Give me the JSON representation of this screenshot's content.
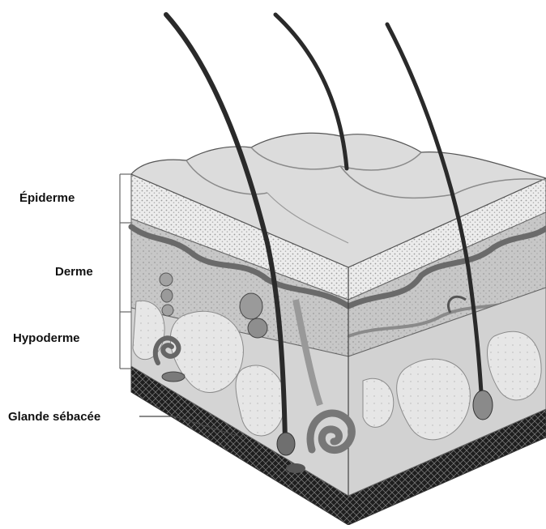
{
  "labels": {
    "epidermis": "Épiderme",
    "dermis": "Derme",
    "hypodermis": "Hypoderme",
    "sebaceous_gland": "Glande sébacée"
  },
  "colors": {
    "epidermis_surface": "#dcdcdc",
    "epidermis_section": "#ececec",
    "dermis": "#c9c9c9",
    "dermis_border": "#7c7c7c",
    "hypodermis": "#d6d6d6",
    "fat_lobule": "#ebebeb",
    "hair": "#2a2a2a",
    "base_pattern": "#222222",
    "outline": "#555555"
  }
}
